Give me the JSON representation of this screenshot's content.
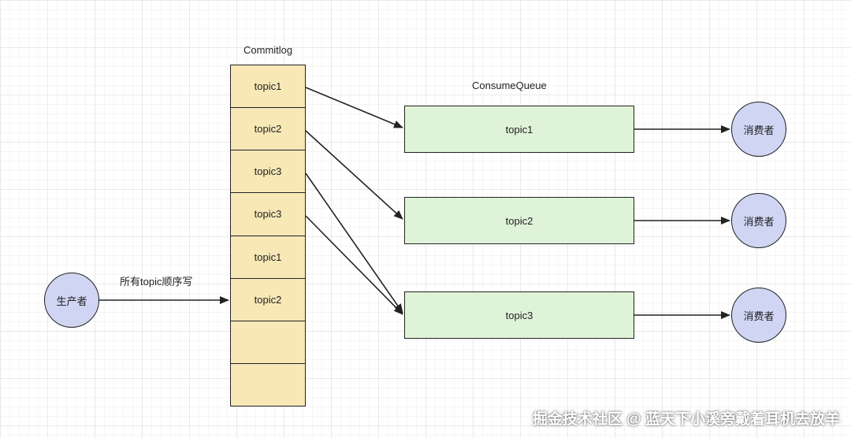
{
  "commitlog": {
    "title": "Commitlog",
    "cells": [
      "topic1",
      "topic2",
      "topic3",
      "topic3",
      "topic1",
      "topic2",
      "",
      ""
    ]
  },
  "consume_queue": {
    "title": "ConsumeQueue",
    "queues": [
      "topic1",
      "topic2",
      "topic3"
    ]
  },
  "producer": {
    "label": "生产者",
    "arrow_label": "所有topic顺序写"
  },
  "consumers": [
    "消费者",
    "消费者",
    "消费者"
  ],
  "watermark": "掘金技术社区 @ 蓝天下小溪旁戴着耳机去放羊",
  "colors": {
    "commitlog_fill": "#f7e8b6",
    "queue_fill": "#dff3d8",
    "circle_fill": "#cfd5f3",
    "stroke": "#222222"
  }
}
